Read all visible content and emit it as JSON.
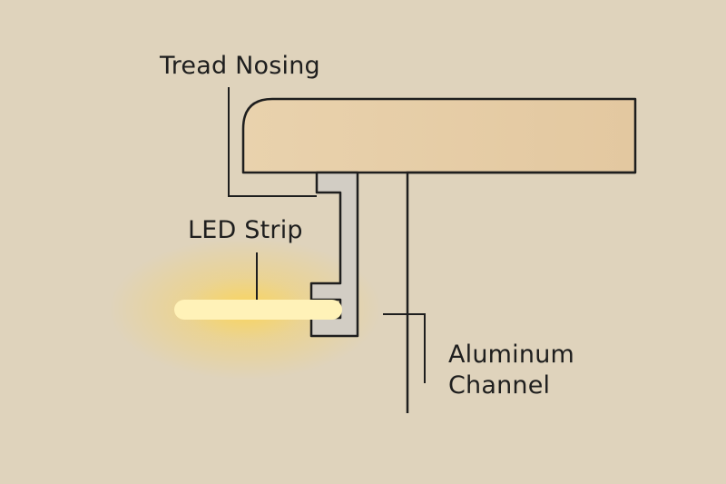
{
  "labels": {
    "tread_nosing": "Tread Nosing",
    "led_strip": "LED Strip",
    "aluminum_channel_line1": "Aluminum",
    "aluminum_channel_line2": "Channel"
  },
  "colors": {
    "background": "#dfd3bc",
    "tread_wood": "#e6cda6",
    "outline": "#1e1e1e",
    "aluminum": "#d2cdc4",
    "led_core": "#fff2b8",
    "led_glow": "#ffd44a"
  }
}
